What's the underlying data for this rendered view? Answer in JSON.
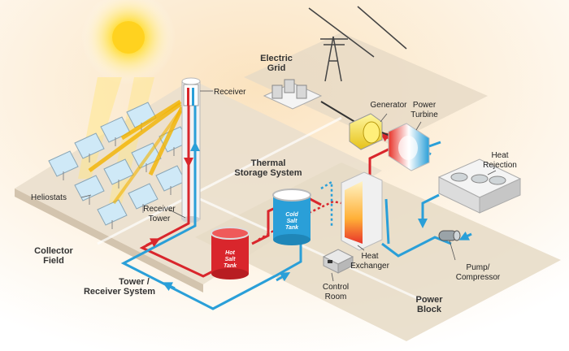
{
  "sections": {
    "electric_grid": [
      "Electric",
      "Grid"
    ],
    "thermal_storage": [
      "Thermal",
      "Storage System"
    ],
    "collector_field": [
      "Collector",
      "Field"
    ],
    "tower_receiver": [
      "Tower /",
      "Receiver System"
    ],
    "power_block": [
      "Power",
      "Block"
    ]
  },
  "components": {
    "receiver": "Receiver",
    "generator": "Generator",
    "power_turbine": [
      "Power",
      "Turbine"
    ],
    "heat_rejection": [
      "Heat",
      "Rejection"
    ],
    "heliostats": "Heliostats",
    "receiver_tower": [
      "Receiver",
      "Tower"
    ],
    "heat_exchanger": [
      "Heat",
      "Exchanger"
    ],
    "control_room": [
      "Control",
      "Room"
    ],
    "pump_compressor": [
      "Pump/",
      "Compressor"
    ]
  },
  "tanks": {
    "hot": [
      "Hot",
      "Salt",
      "Tank"
    ],
    "cold": [
      "Cold",
      "Salt",
      "Tank"
    ]
  },
  "colors": {
    "hot_flow": "#d9262c",
    "cold_flow": "#2a9fd8",
    "platform": "#e8dccb",
    "sun": "#ffd21f"
  }
}
